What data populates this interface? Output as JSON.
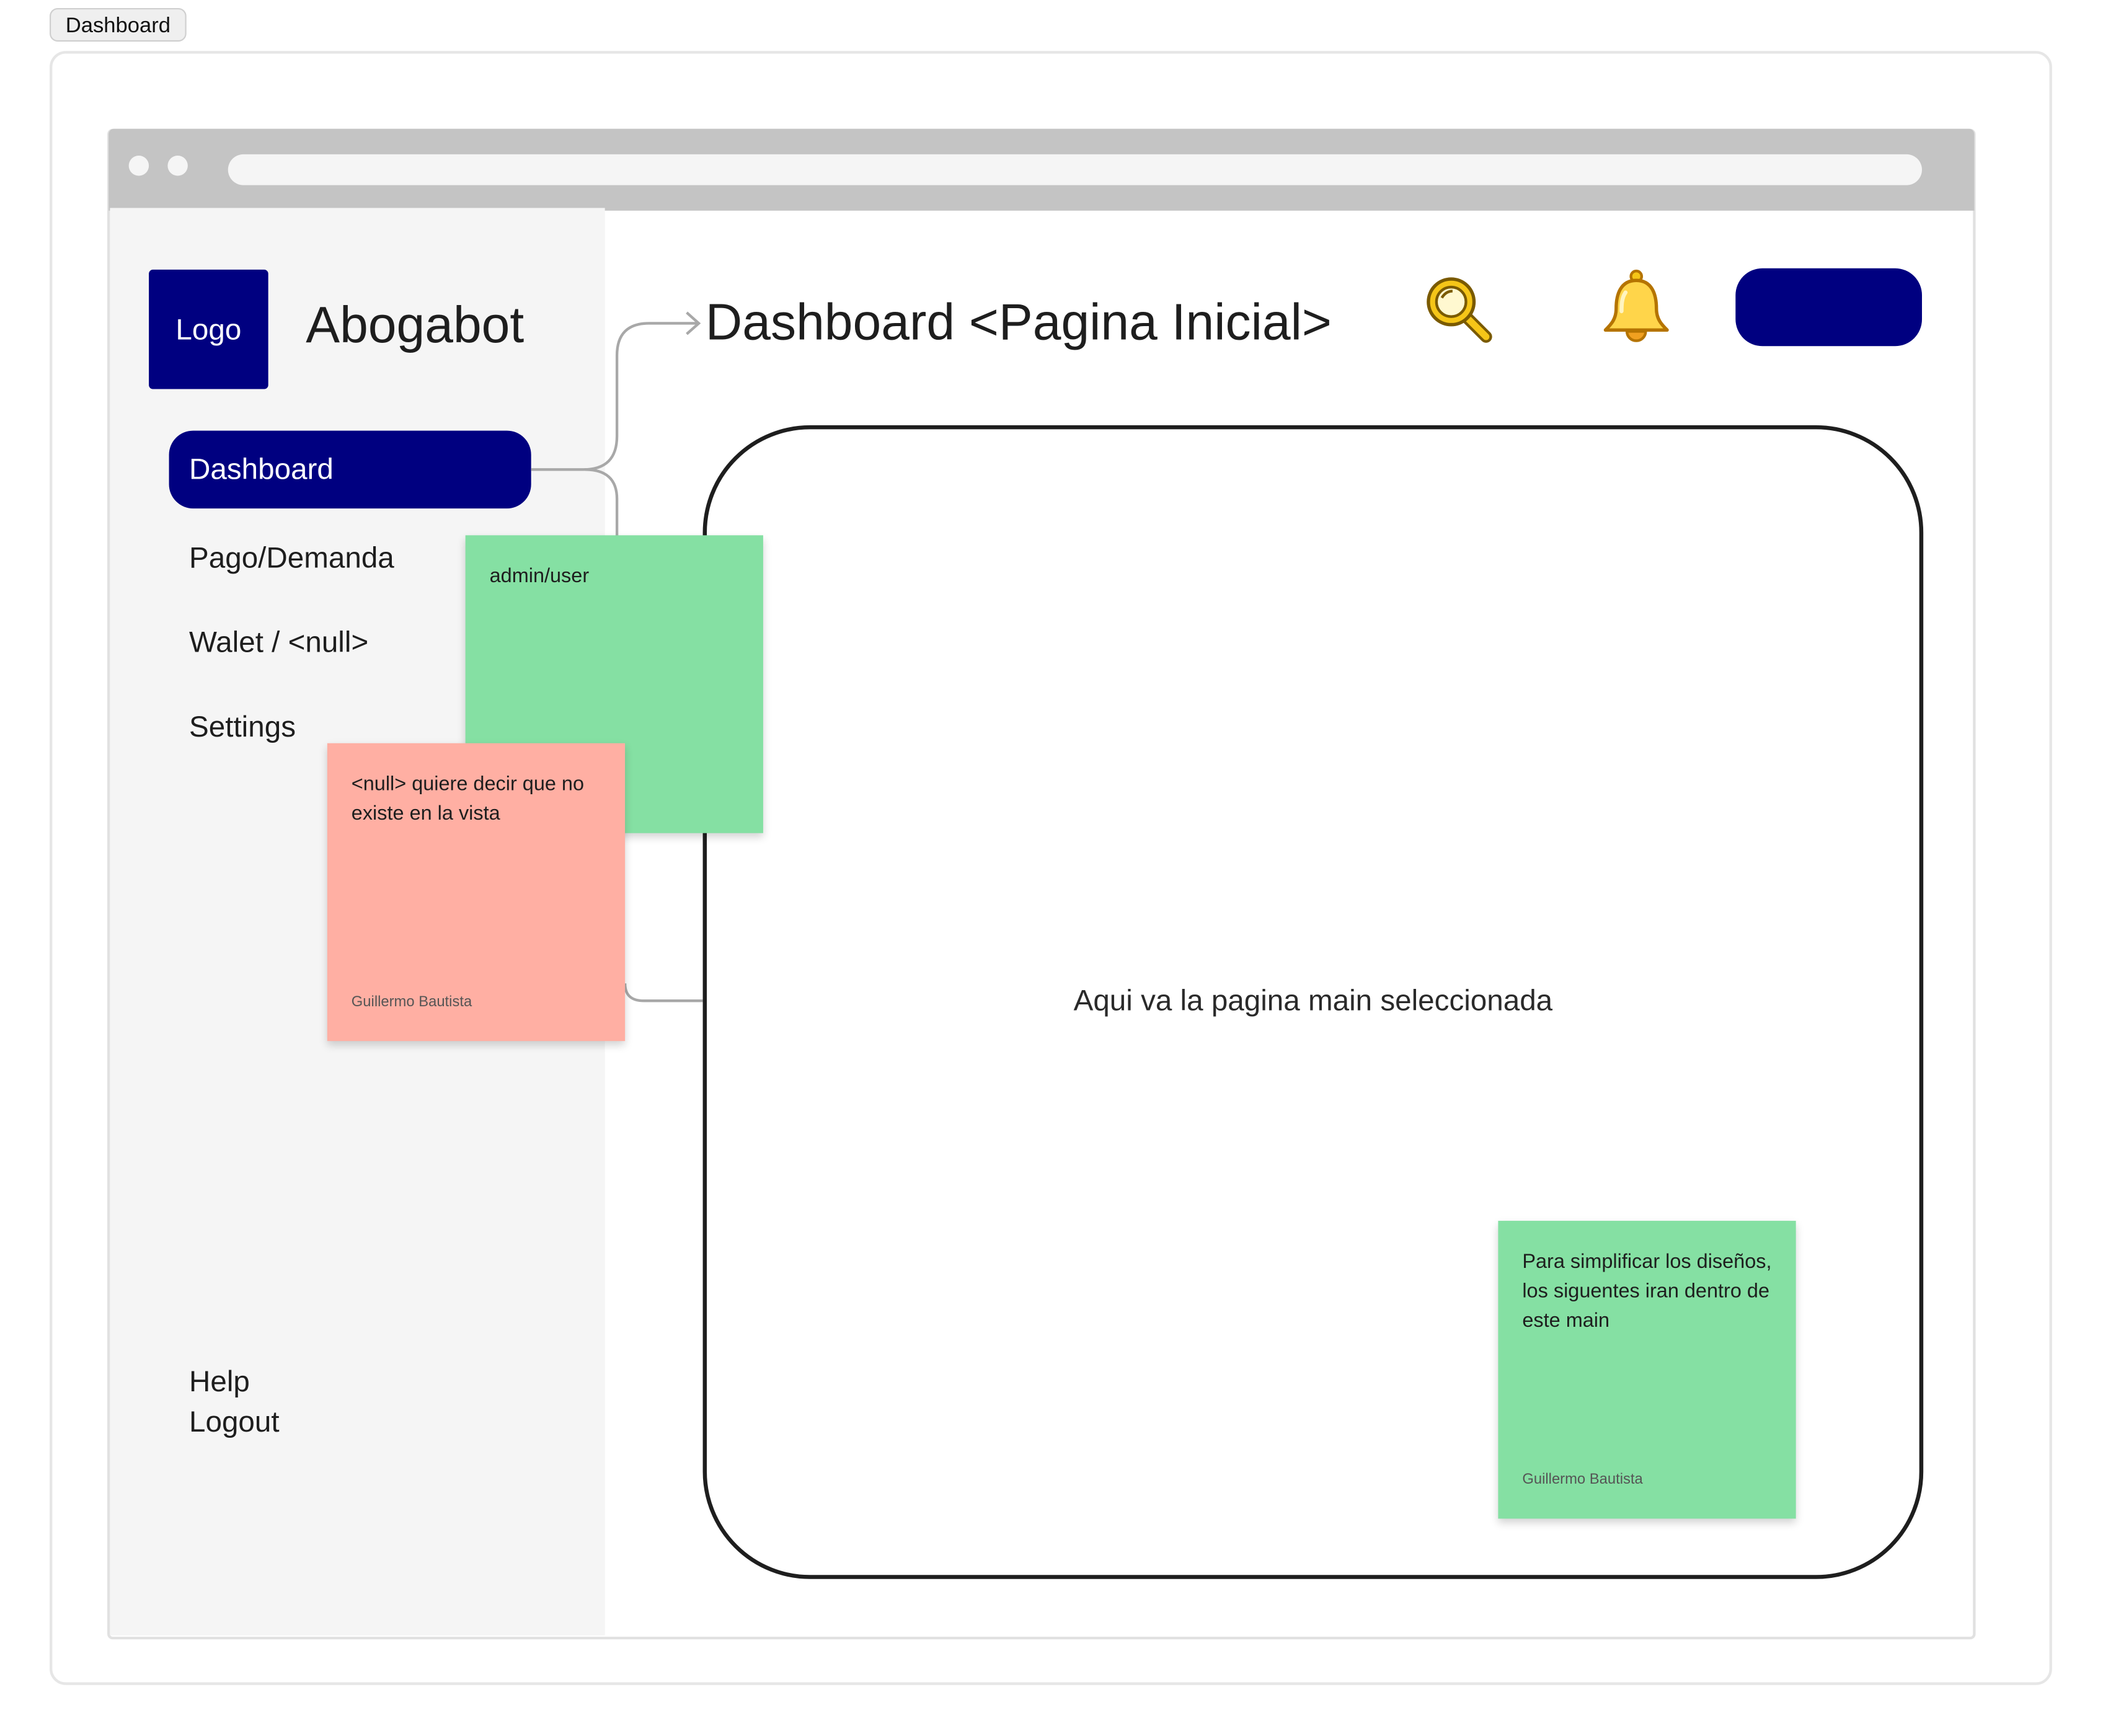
{
  "frame": {
    "tab_label": "Dashboard"
  },
  "sidebar": {
    "logo_text": "Logo",
    "app_name": "Abogabot",
    "nav": {
      "dashboard": "Dashboard",
      "pago_demanda": "Pago/Demanda",
      "walet": "Walet / <null>",
      "settings": "Settings",
      "help": "Help",
      "logout": "Logout"
    }
  },
  "header": {
    "title": "Dashboard <Pagina Inicial>",
    "search_icon": "magnifying-glass-icon",
    "bell_icon": "bell-icon"
  },
  "main": {
    "placeholder_text": "Aqui va la pagina main seleccionada"
  },
  "stickies": {
    "admin": {
      "text": "admin/user"
    },
    "null_note": {
      "text": "<null> quiere decir que no existe en la vista",
      "author": "Guillermo Bautista"
    },
    "simplify": {
      "text": "Para simplificar los diseños, los siguentes iran dentro de este main",
      "author": "Guillermo Bautista"
    }
  },
  "colors": {
    "accent": "#000080",
    "sticky_green": "#85e0a3",
    "sticky_red": "#ffafa3",
    "sidebar_bg": "#f5f5f5",
    "browser_bar": "#c4c4c4",
    "icon_yellow": "#f5c518"
  }
}
